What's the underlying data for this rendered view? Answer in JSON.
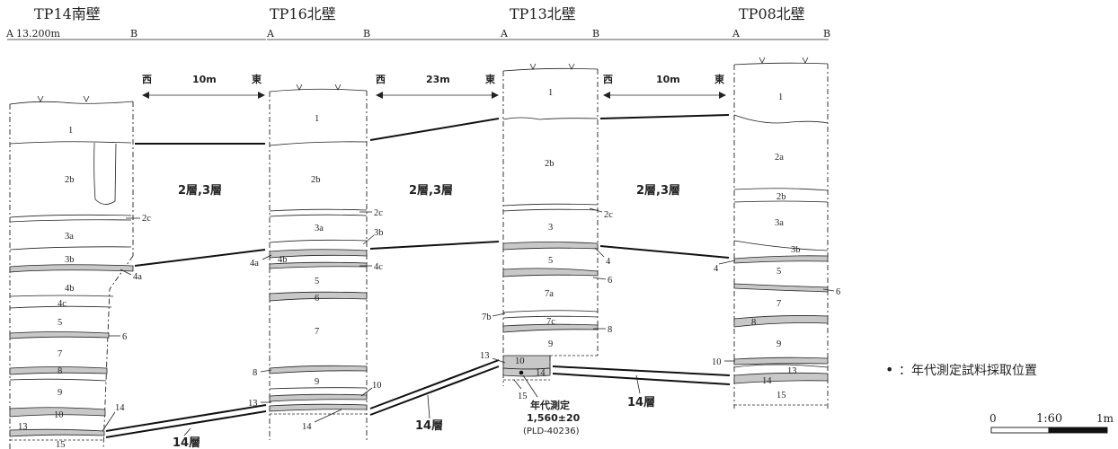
{
  "sections": [
    {
      "title": "TP14南壁",
      "a": "A",
      "b": "B",
      "elevation": "13.200m"
    },
    {
      "title": "TP16北壁",
      "a": "A",
      "b": "B"
    },
    {
      "title": "TP13北壁",
      "a": "A",
      "b": "B"
    },
    {
      "title": "TP08北壁",
      "a": "A",
      "b": "B"
    }
  ],
  "spans": [
    {
      "west": "西",
      "dist": "10m",
      "east": "東",
      "layers": "2層,3層"
    },
    {
      "west": "西",
      "dist": "23m",
      "east": "東",
      "layers": "2層,3層"
    },
    {
      "west": "西",
      "dist": "10m",
      "east": "東",
      "layers": "2層,3層"
    }
  ],
  "tp14": {
    "l1": "1",
    "l2b": "2b",
    "l2c": "2c",
    "l3a": "3a",
    "l3b": "3b",
    "l4a": "4a",
    "l4b": "4b",
    "l4c": "4c",
    "l5": "5",
    "l6": "6",
    "l7": "7",
    "l8": "8",
    "l9": "9",
    "l10": "10",
    "l13": "13",
    "l14": "14",
    "l15": "15"
  },
  "tp16": {
    "l1": "1",
    "l2b": "2b",
    "l2c": "2c",
    "l3a": "3a",
    "l3b": "3b",
    "l4a": "4a",
    "l4b": "4b",
    "l4c": "4c",
    "l5": "5",
    "l6": "6",
    "l7": "7",
    "l8": "8",
    "l9": "9",
    "l10": "10",
    "l13": "13",
    "l14": "14"
  },
  "tp13": {
    "l1": "1",
    "l2b": "2b",
    "l2c": "2c",
    "l3": "3",
    "l4": "4",
    "l5": "5",
    "l6": "6",
    "l7a": "7a",
    "l7b": "7b",
    "l7c": "7c",
    "l8": "8",
    "l9": "9",
    "l10": "10",
    "l13": "13",
    "l14": "14",
    "l15": "15"
  },
  "tp08": {
    "l1": "1",
    "l2a": "2a",
    "l2b": "2b",
    "l3a": "3a",
    "l3b": "3b",
    "l4": "4",
    "l5": "5",
    "l6": "6",
    "l7": "7",
    "l8": "8",
    "l9": "9",
    "l10": "10",
    "l13": "13",
    "l14": "14",
    "l15": "15"
  },
  "layer14": [
    "14層",
    "14層",
    "14層"
  ],
  "dating": {
    "title": "年代測定",
    "value": "1,560±20",
    "code": "(PLD-40236)"
  },
  "legend": {
    "marker": "•",
    "text": "：年代測定試料採取位置"
  },
  "scale": {
    "zero": "0",
    "ratio": "1:60",
    "unit": "1m"
  }
}
